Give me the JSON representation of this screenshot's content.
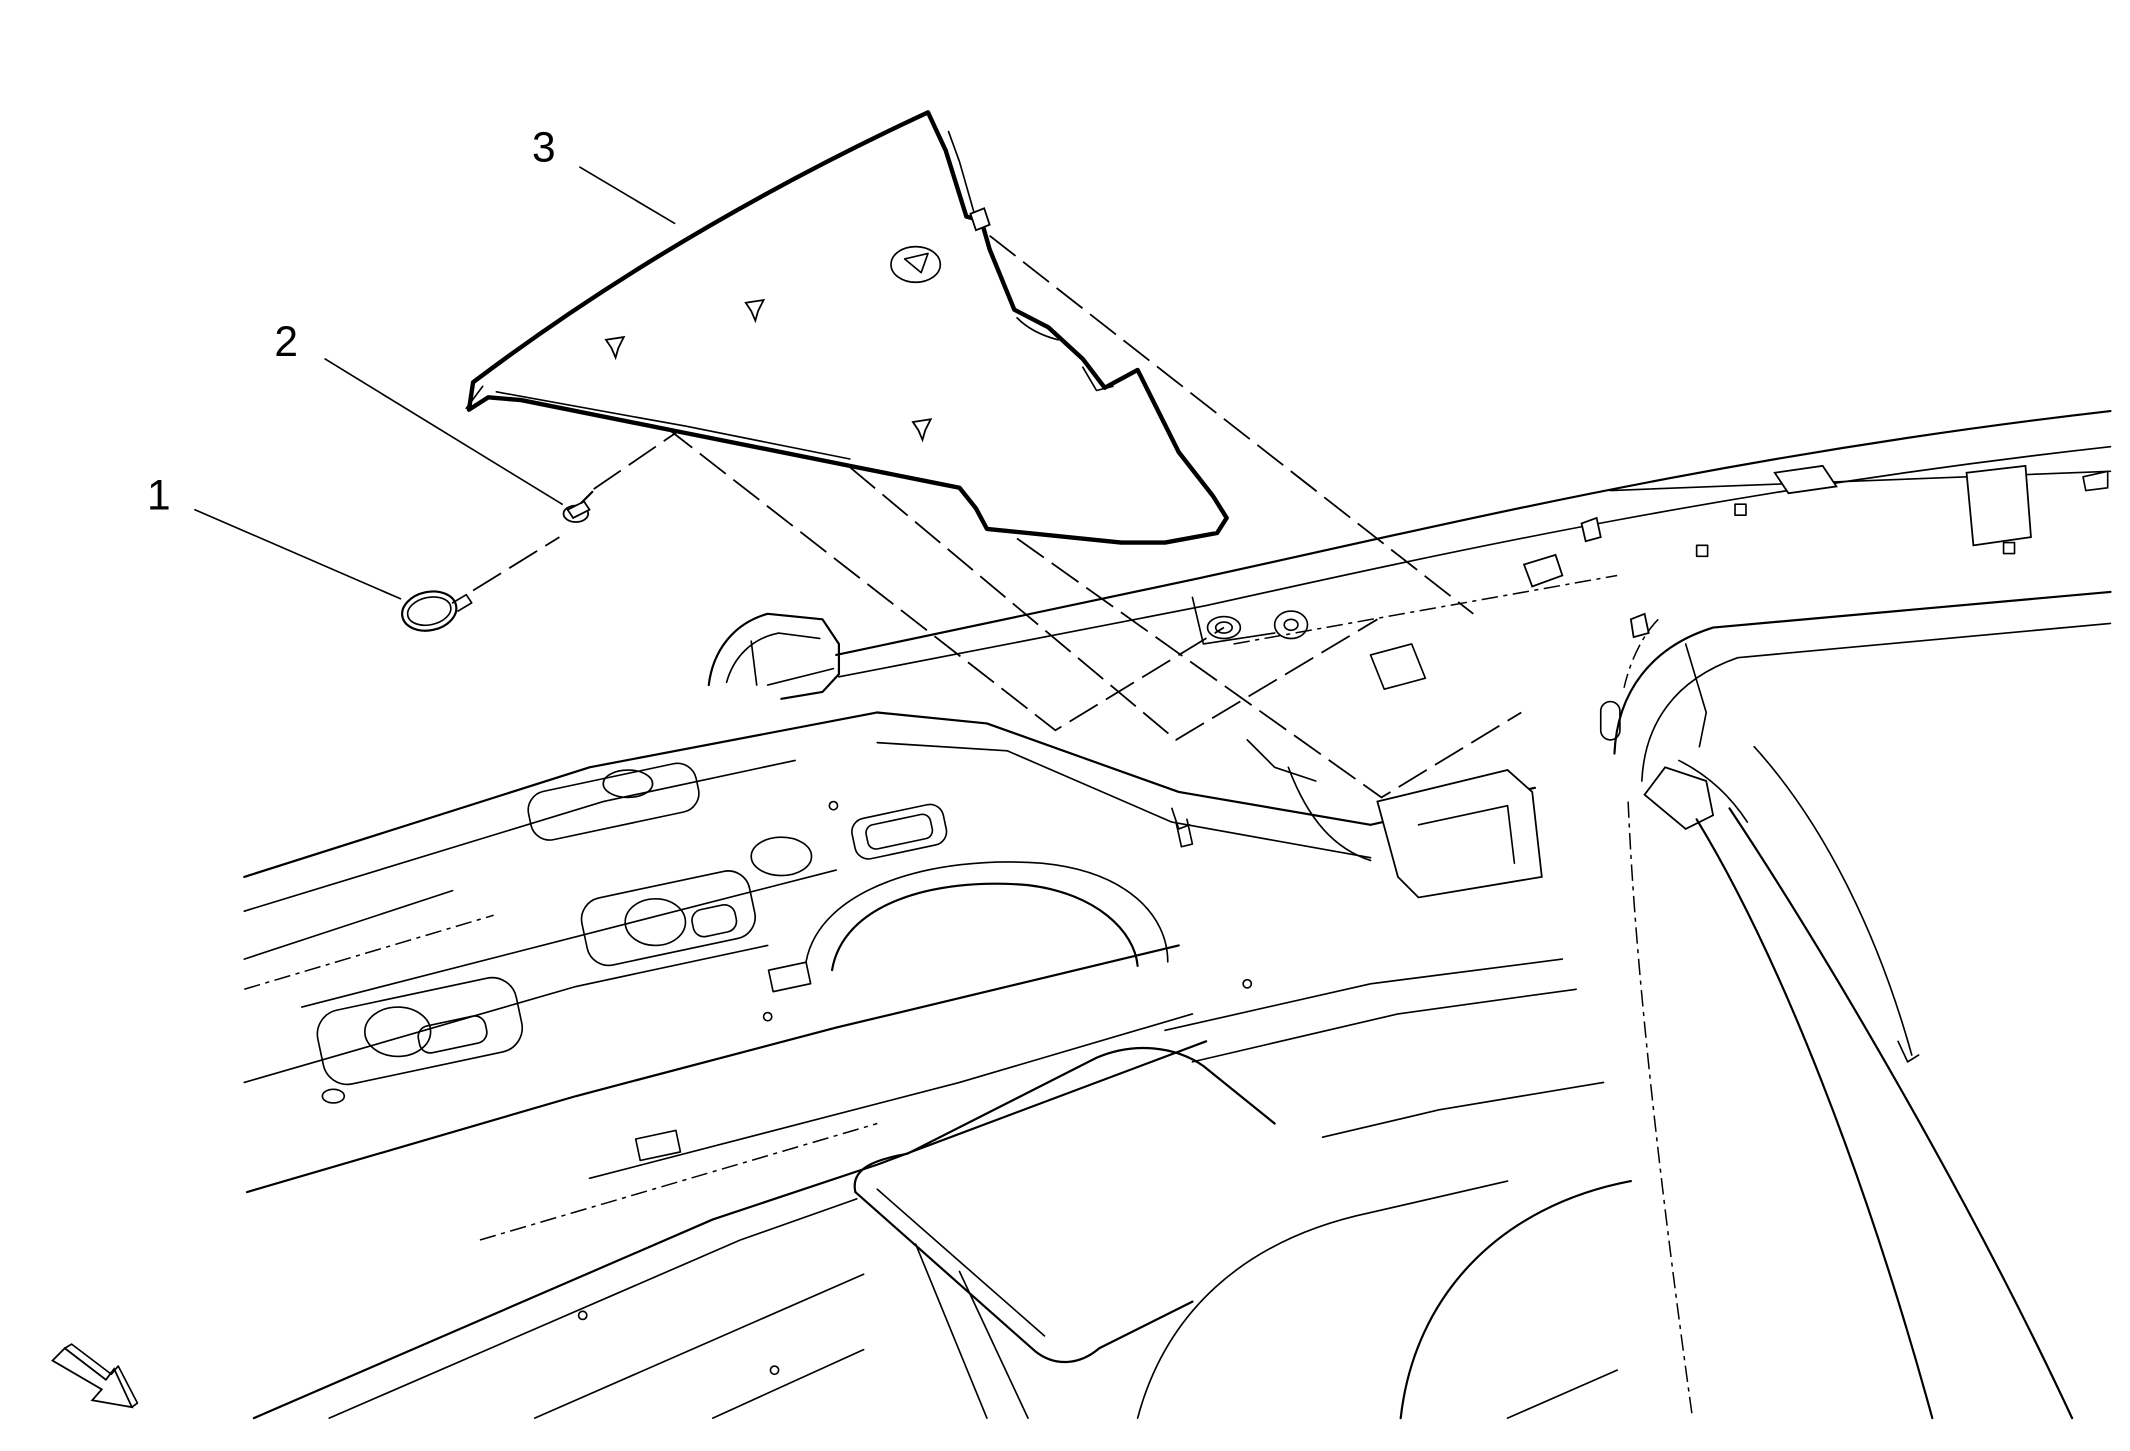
{
  "diagram": {
    "callouts": [
      {
        "label": "1"
      },
      {
        "label": "2"
      },
      {
        "label": "3"
      }
    ],
    "view_arrow_icon": "view-direction-arrow-icon"
  },
  "colors": {
    "line": "#000000",
    "background": "#ffffff"
  }
}
